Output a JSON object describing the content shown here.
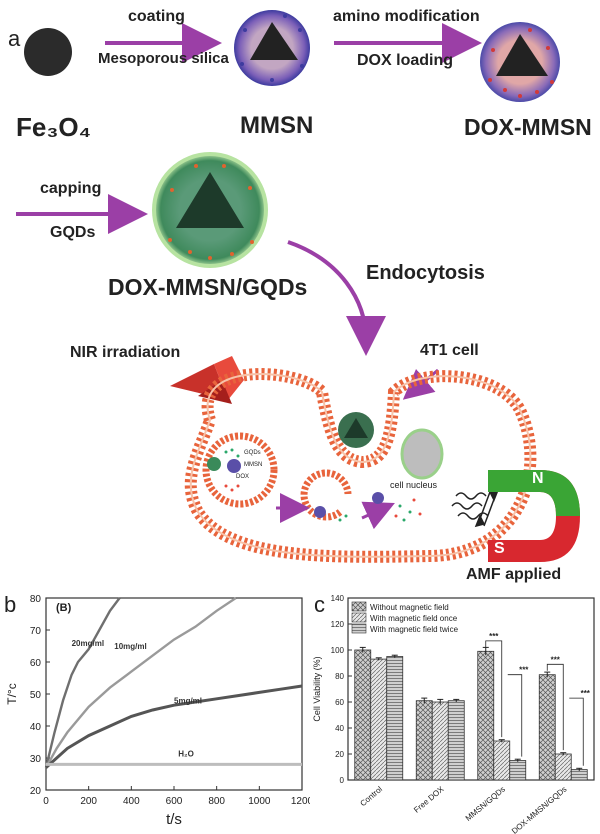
{
  "panel_a": {
    "letter": "a",
    "fe3o4": "Fe₃O₄",
    "coating": "coating",
    "mesoporous_silica": "Mesoporous silica",
    "mmsn": "MMSN",
    "amino_modification": "amino modification",
    "dox_loading": "DOX loading",
    "dox_mmsn": "DOX-MMSN",
    "capping": "capping",
    "gqds": "GQDs",
    "dox_mmsn_gqds": "DOX-MMSN/GQDs",
    "endocytosis": "Endocytosis",
    "nir": "NIR  irradiation",
    "cell_4t1": "4T1 cell",
    "legend_gqds": "GQDs",
    "legend_mmsn": "MMSN",
    "legend_dox": "DOX",
    "cell_nucleus": "cell nucleus",
    "magnet_n": "N",
    "magnet_s": "S",
    "amf": "AMF applied",
    "colors": {
      "arrow": "#9b3fa6",
      "membrane": "#e8643c",
      "magnet_green": "#3aa535",
      "magnet_red": "#d8282f"
    }
  },
  "panel_b": {
    "letter": "b",
    "inner_label": "(B)",
    "ylabel": "T/°c",
    "xlabel": "t/s",
    "ann_20": "20mg/ml",
    "ann_10": "10mg/ml",
    "ann_5": "5mg/ml",
    "ann_h2o": "H₂O"
  },
  "panel_c": {
    "letter": "c",
    "ylabel": "Cell Viability (%)",
    "sig": "***"
  },
  "chart_data": [
    {
      "type": "line",
      "xlim": [
        0,
        1200
      ],
      "ylim": [
        20,
        80
      ],
      "xticks": [
        0,
        200,
        400,
        600,
        800,
        1000,
        1200
      ],
      "yticks": [
        20,
        30,
        40,
        50,
        60,
        70,
        80
      ],
      "xlabel": "t/s",
      "ylabel": "T/°c",
      "series": [
        {
          "name": "20mg/ml",
          "x": [
            0,
            40,
            80,
            120,
            150,
            200,
            250,
            300,
            345
          ],
          "y": [
            27,
            38,
            48,
            56,
            60,
            64,
            70,
            76,
            80
          ]
        },
        {
          "name": "10mg/ml",
          "x": [
            0,
            50,
            100,
            200,
            300,
            400,
            500,
            600,
            700,
            800,
            890
          ],
          "y": [
            27,
            33,
            38,
            46,
            52,
            57,
            62,
            67,
            71,
            76,
            80
          ]
        },
        {
          "name": "5mg/ml",
          "x": [
            0,
            100,
            200,
            300,
            400,
            500,
            600,
            700,
            800,
            900,
            1000,
            1100,
            1200
          ],
          "y": [
            27,
            33,
            37,
            40,
            43,
            45,
            46.5,
            47.5,
            48.5,
            49.5,
            50.5,
            51.5,
            52.5
          ]
        },
        {
          "name": "H₂O",
          "x": [
            0,
            1200
          ],
          "y": [
            28,
            28
          ]
        }
      ],
      "color": "#777777"
    },
    {
      "type": "bar",
      "ylim": [
        0,
        140
      ],
      "yticks": [
        0,
        20,
        40,
        60,
        80,
        100,
        120,
        140
      ],
      "ylabel": "Cell Viability (%)",
      "categories": [
        "Control",
        "Free DOX",
        "MMSN/GQDs",
        "DOX-MMSN/GQDs"
      ],
      "series": [
        {
          "name": "Without magnetic field",
          "values": [
            100,
            61,
            99,
            81
          ],
          "errors": [
            2,
            2,
            3,
            2
          ]
        },
        {
          "name": "With magnetic field once",
          "values": [
            93,
            60,
            30,
            20
          ],
          "errors": [
            1,
            2,
            1,
            1
          ]
        },
        {
          "name": "With magnetic field twice",
          "values": [
            95,
            61,
            15,
            8
          ],
          "errors": [
            1,
            1,
            1,
            1
          ]
        }
      ],
      "annotations": [
        "***",
        "***",
        "***",
        "***"
      ],
      "legend": "top-left"
    }
  ]
}
